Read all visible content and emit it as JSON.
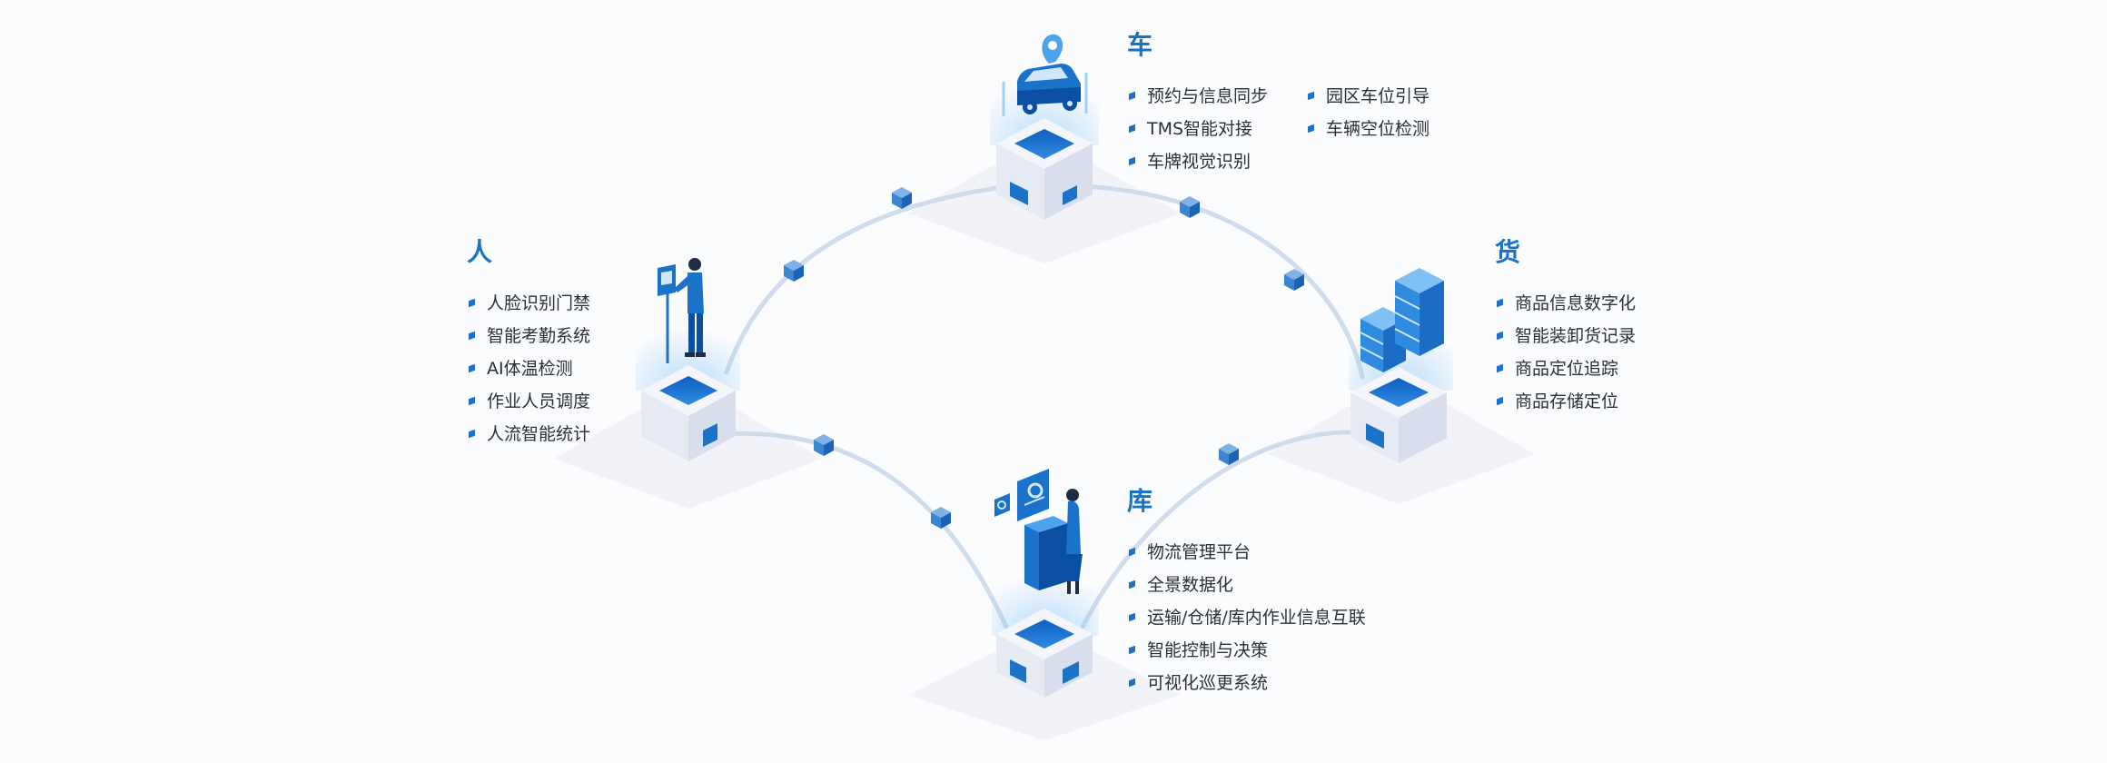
{
  "colors": {
    "accent": "#1a73c9",
    "accent_light": "#4da3ec",
    "accent_dark": "#0b4fa3",
    "text": "#2b2f36",
    "connector": "#cfdcec",
    "platform": "#eef1f8",
    "box_top": "#f4f6fb",
    "box_left": "#e6eaf3",
    "box_right": "#d8deeb"
  },
  "sections": {
    "vehicle": {
      "title": "车",
      "columns": [
        [
          "预约与信息同步",
          "TMS智能对接",
          "车牌视觉识别"
        ],
        [
          "园区车位引导",
          "车辆空位检测"
        ]
      ]
    },
    "people": {
      "title": "人",
      "items": [
        "人脸识别门禁",
        "智能考勤系统",
        "AI体温检测",
        "作业人员调度",
        "人流智能统计"
      ]
    },
    "goods": {
      "title": "货",
      "items": [
        "商品信息数字化",
        "智能装卸货记录",
        "商品定位追踪",
        "商品存储定位"
      ]
    },
    "warehouse": {
      "title": "库",
      "items": [
        "物流管理平台",
        "全景数据化",
        "运输/仓储/库内作业信息互联",
        "智能控制与决策",
        "可视化巡更系统"
      ]
    }
  },
  "icons": {
    "vehicle": "car-with-location-pin-icon",
    "people": "man-at-info-kiosk-icon",
    "goods": "stacked-server-cargo-icon",
    "warehouse": "woman-at-control-terminal-icon",
    "connector_node": "small-cube-icon"
  }
}
